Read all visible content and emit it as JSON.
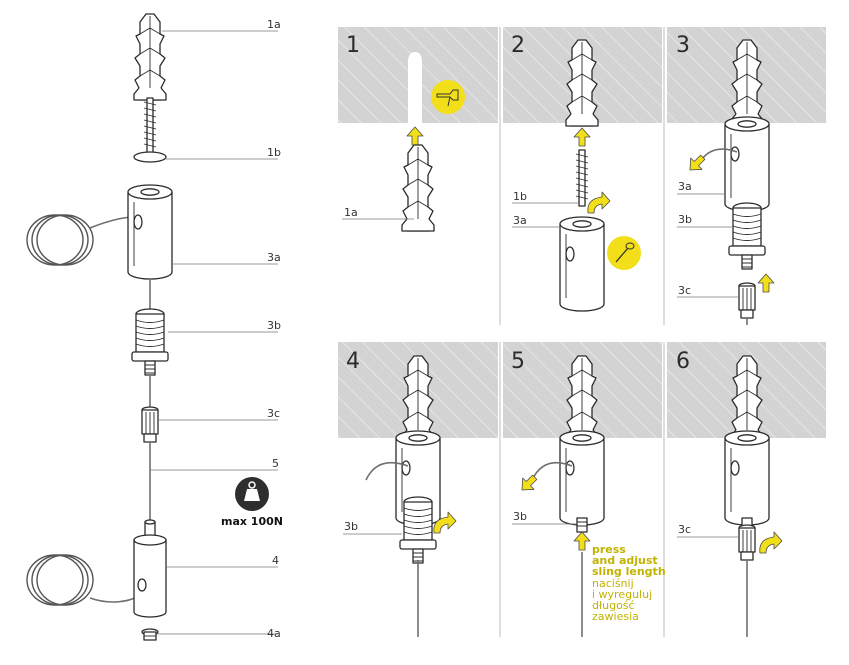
{
  "left_labels": [
    "1a",
    "1b",
    "3a",
    "3b",
    "3c",
    "5",
    "4",
    "4a"
  ],
  "weight_badge": {
    "icon": "weight-icon",
    "text": "max 100N"
  },
  "steps": [
    {
      "number": "1",
      "labels": [
        "1a"
      ]
    },
    {
      "number": "2",
      "labels": [
        "1b",
        "3a"
      ]
    },
    {
      "number": "3",
      "labels": [
        "3a",
        "3b",
        "3c"
      ]
    },
    {
      "number": "4",
      "labels": [
        "3b"
      ]
    },
    {
      "number": "5",
      "labels": [
        "3b"
      ]
    },
    {
      "number": "6",
      "labels": [
        "3c"
      ]
    }
  ],
  "step5_note": {
    "en": [
      "press",
      "and adjust",
      "sling length"
    ],
    "pl": [
      "naciśnij",
      "i wyreguluj",
      "długość",
      "zawiesia"
    ]
  },
  "colors": {
    "concrete": "#d3d3d3",
    "accent": "#f2df19",
    "badge": "#2e2e2e",
    "note": "#c2b300"
  }
}
